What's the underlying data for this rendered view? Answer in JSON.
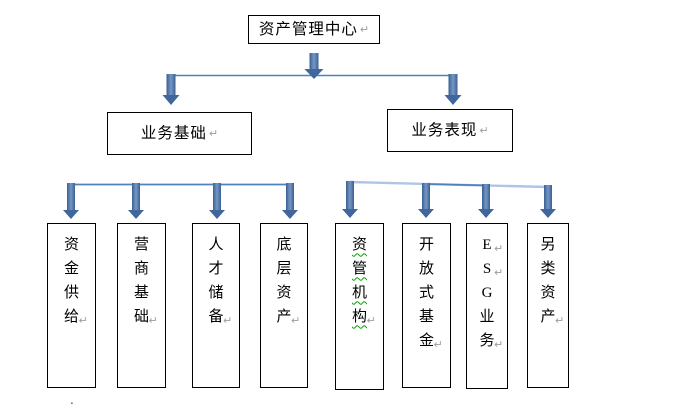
{
  "diagram": {
    "root": {
      "label": "资产管理中心",
      "mark": "↵"
    },
    "level2": [
      {
        "label": "业务基础",
        "mark": "↵"
      },
      {
        "label": "业务表现",
        "mark": "↵"
      }
    ],
    "level3": [
      {
        "label": "资金供给",
        "lines": [
          "资",
          "金",
          "供",
          "给↵"
        ]
      },
      {
        "label": "营商基础",
        "lines": [
          "营",
          "商",
          "基",
          "础↵"
        ]
      },
      {
        "label": "人才储备",
        "lines": [
          "人",
          "才",
          "储",
          "备↵"
        ]
      },
      {
        "label": "底层资产",
        "lines": [
          "底",
          "层",
          "资",
          "产↵"
        ]
      },
      {
        "label": "资管机构",
        "lines": [
          "资",
          "管",
          "机",
          "构↵"
        ],
        "spellcheck_underline": true
      },
      {
        "label": "开放式基金",
        "lines": [
          "开",
          "放",
          "式",
          "基",
          "金↵"
        ]
      },
      {
        "label": "ESG业务",
        "lines": [
          "E↵",
          "S↵",
          "G",
          "业",
          "务↵"
        ]
      },
      {
        "label": "另类资产",
        "lines": [
          "另",
          "类",
          "资",
          "产↵"
        ]
      }
    ]
  },
  "artifacts": {
    "stray_mark": "."
  },
  "colors": {
    "connector_dark_blue": "#4f81bd",
    "connector_light_blue": "#aec6e6",
    "arrow_edge_blue": "#3a5f91",
    "arrow_center_blue": "#7597c5",
    "arrow_head_blue": "#40669c",
    "box_border": "#000000",
    "paragraph_mark_gray": "#9d9d9d",
    "spellcheck_green": "#00a000",
    "background": "#ffffff"
  }
}
